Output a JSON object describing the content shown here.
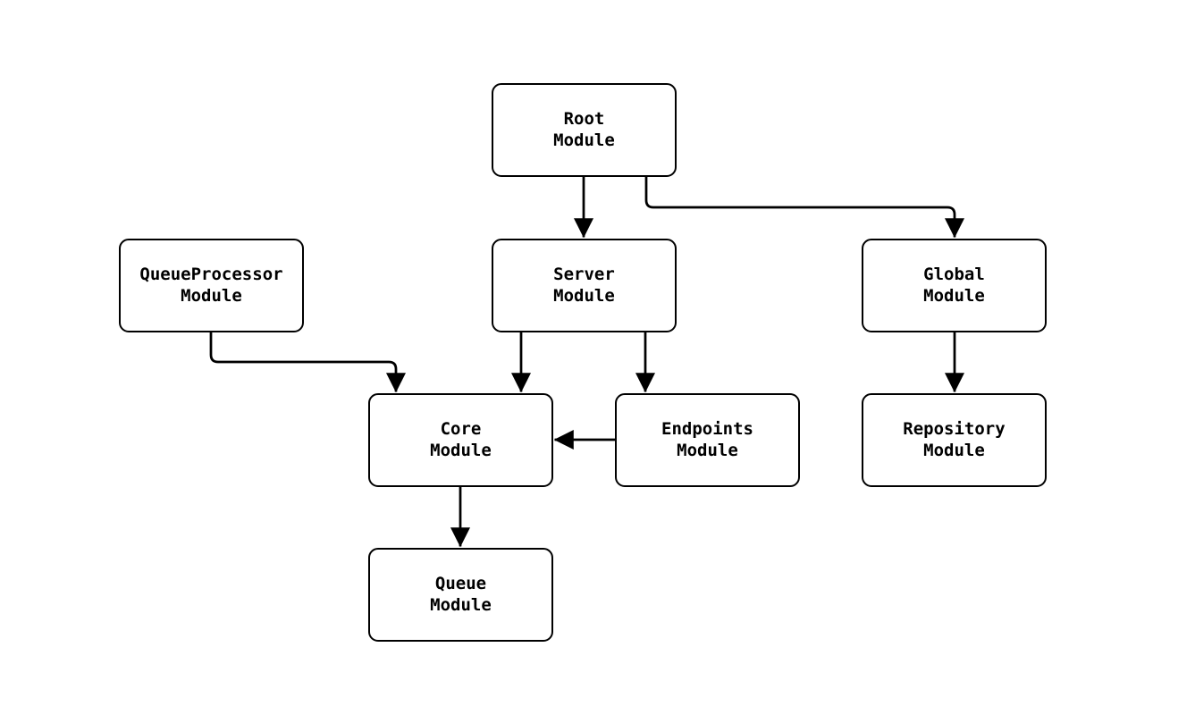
{
  "diagram": {
    "type": "flowchart",
    "direction": "top-down",
    "nodes": [
      {
        "id": "root",
        "label": "Root\nModule"
      },
      {
        "id": "queueprocessor",
        "label": "QueueProcessor\nModule"
      },
      {
        "id": "server",
        "label": "Server\nModule"
      },
      {
        "id": "global",
        "label": "Global\nModule"
      },
      {
        "id": "core",
        "label": "Core\nModule"
      },
      {
        "id": "endpoints",
        "label": "Endpoints\nModule"
      },
      {
        "id": "repository",
        "label": "Repository\nModule"
      },
      {
        "id": "queue",
        "label": "Queue\nModule"
      }
    ],
    "edges": [
      {
        "from": "root",
        "to": "server"
      },
      {
        "from": "root",
        "to": "global"
      },
      {
        "from": "queueprocessor",
        "to": "core"
      },
      {
        "from": "server",
        "to": "core"
      },
      {
        "from": "server",
        "to": "endpoints"
      },
      {
        "from": "endpoints",
        "to": "core"
      },
      {
        "from": "global",
        "to": "repository"
      },
      {
        "from": "core",
        "to": "queue"
      }
    ],
    "colors": {
      "background": "#ffffff",
      "node_fill": "#ffffff",
      "node_border": "#000000",
      "edge": "#000000",
      "text": "#000000"
    }
  }
}
